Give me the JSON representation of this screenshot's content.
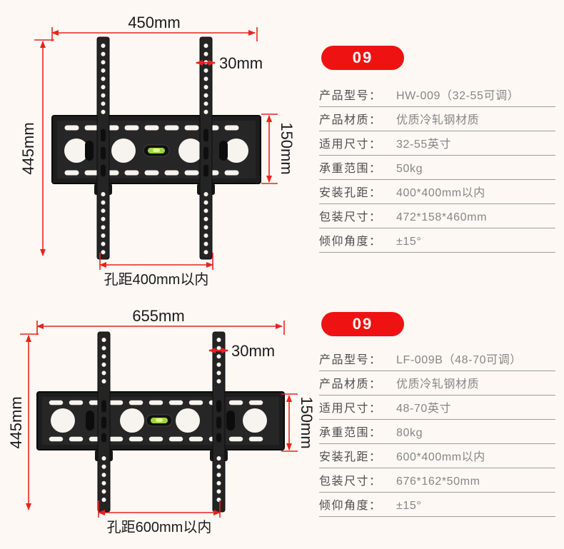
{
  "colors": {
    "background": "#fdf8f3",
    "dimension_red": "#e8231e",
    "badge_red": "#ee1212",
    "mount_black": "#1d1d1d",
    "level_green": "#9fd43f"
  },
  "section1": {
    "badge": "09",
    "diagram": {
      "width": "450mm",
      "rail_width": "30mm",
      "height": "445mm",
      "plate_height": "150mm",
      "hole_distance": "孔距400mm以内"
    },
    "specs": [
      {
        "label": "产品型号：",
        "value": "HW-009（32-55可调）"
      },
      {
        "label": "产品材质：",
        "value": "优质冷轧钢材质"
      },
      {
        "label": "适用尺寸：",
        "value": "32-55英寸"
      },
      {
        "label": "承重范围：",
        "value": "50kg"
      },
      {
        "label": "安装孔距：",
        "value": "400*400mm以内"
      },
      {
        "label": "包装尺寸：",
        "value": "472*158*460mm"
      },
      {
        "label": "倾仰角度：",
        "value": "±15°"
      }
    ]
  },
  "section2": {
    "badge": "09",
    "diagram": {
      "width": "655mm",
      "rail_width": "30mm",
      "height": "445mm",
      "plate_height": "150mm",
      "hole_distance": "孔距600mm以内"
    },
    "specs": [
      {
        "label": "产品型号：",
        "value": "LF-009B（48-70可调）"
      },
      {
        "label": "产品材质：",
        "value": "优质冷轧钢材质"
      },
      {
        "label": "适用尺寸：",
        "value": "48-70英寸"
      },
      {
        "label": "承重范围：",
        "value": "80kg"
      },
      {
        "label": "安装孔距：",
        "value": "600*400mm以内"
      },
      {
        "label": "包装尺寸：",
        "value": "676*162*50mm"
      },
      {
        "label": "倾仰角度：",
        "value": "±15°"
      }
    ]
  }
}
